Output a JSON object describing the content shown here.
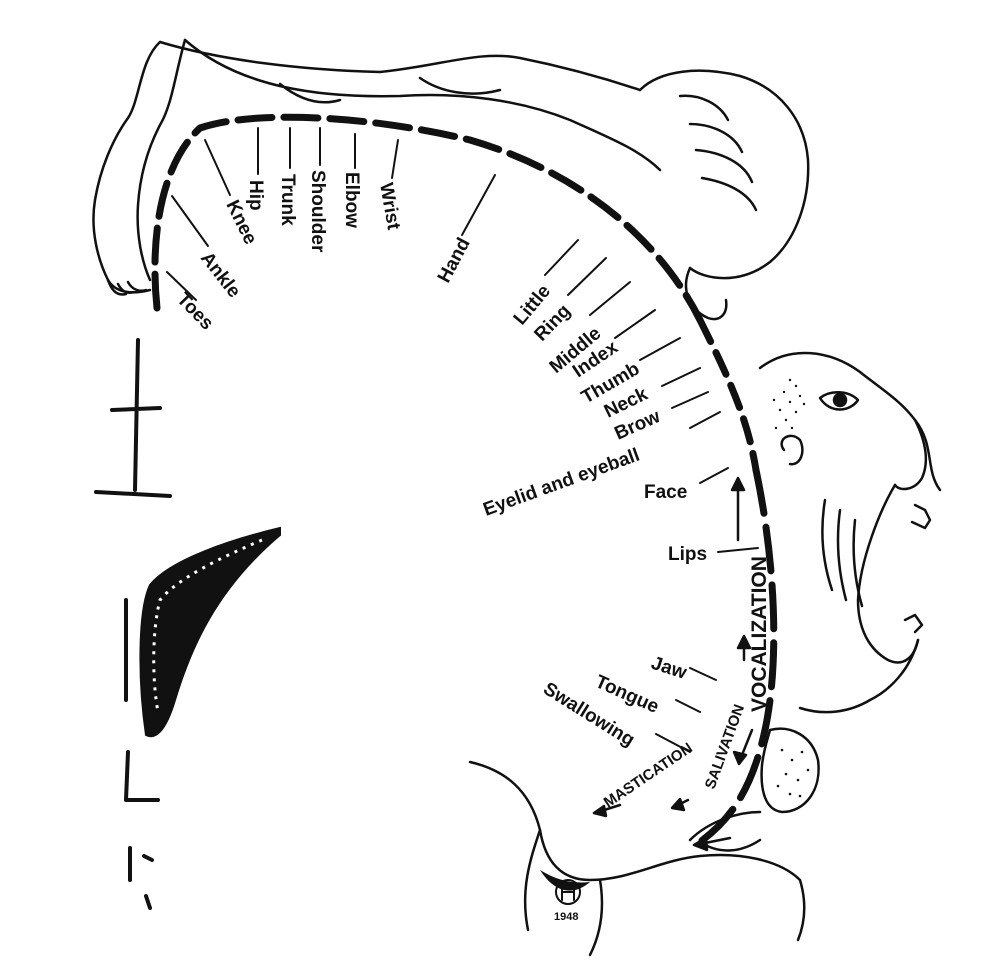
{
  "colors": {
    "ink": "#111111",
    "paper": "#ffffff"
  },
  "labels": {
    "toes": "Toes",
    "ankle": "Ankle",
    "knee": "Knee",
    "hip": "Hip",
    "trunk": "Trunk",
    "shoulder": "Shoulder",
    "elbow": "Elbow",
    "wrist": "Wrist",
    "hand": "Hand",
    "little": "Little",
    "ring": "Ring",
    "middle": "Middle",
    "index": "Index",
    "thumb": "Thumb",
    "neck": "Neck",
    "brow": "Brow",
    "eyelid": "Eyelid and eyeball",
    "face": "Face",
    "lips": "Lips",
    "jaw": "Jaw",
    "tongue": "Tongue",
    "swallowing": "Swallowing",
    "vocalization": "VOCALIZATION",
    "salivation": "SALIVATION",
    "mastication": "MASTICATION"
  },
  "signature": {
    "monogram": "H",
    "year": "1948"
  }
}
